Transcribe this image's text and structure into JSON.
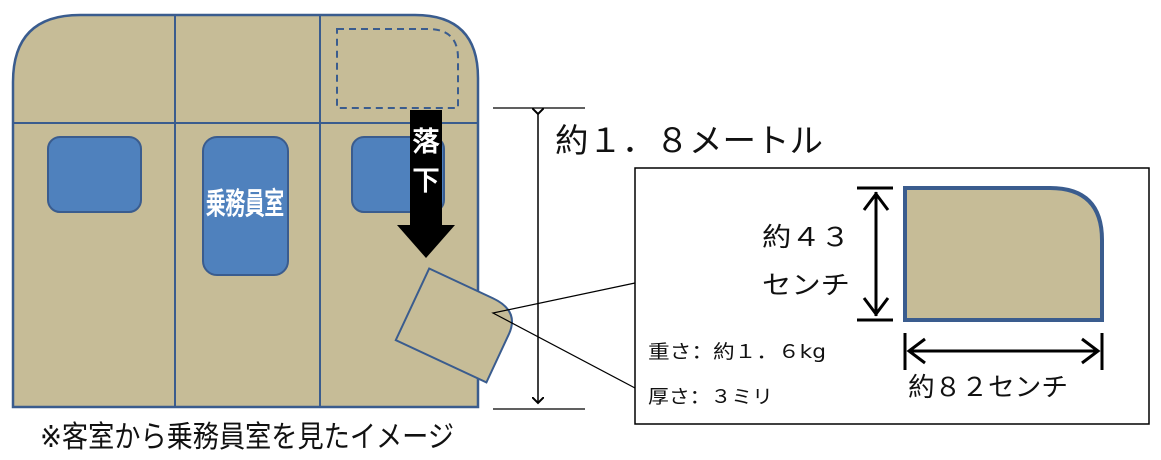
{
  "colors": {
    "panel_fill": "#c6bc97",
    "panel_stroke": "#3a5c8e",
    "window_fill": "#4f81bd",
    "arrow": "#000000"
  },
  "labels": {
    "crew_room": "乗務員室",
    "drop_line1": "落",
    "drop_line2": "下",
    "height": "約１．８メートル",
    "plate_height_line1": "約４３",
    "plate_height_line2": "センチ",
    "weight": "重さ：約１．６kg",
    "thickness": "厚さ：３ミリ",
    "width": "約８２センチ",
    "caption": "※客室から乗務員室を見たイメージ"
  }
}
